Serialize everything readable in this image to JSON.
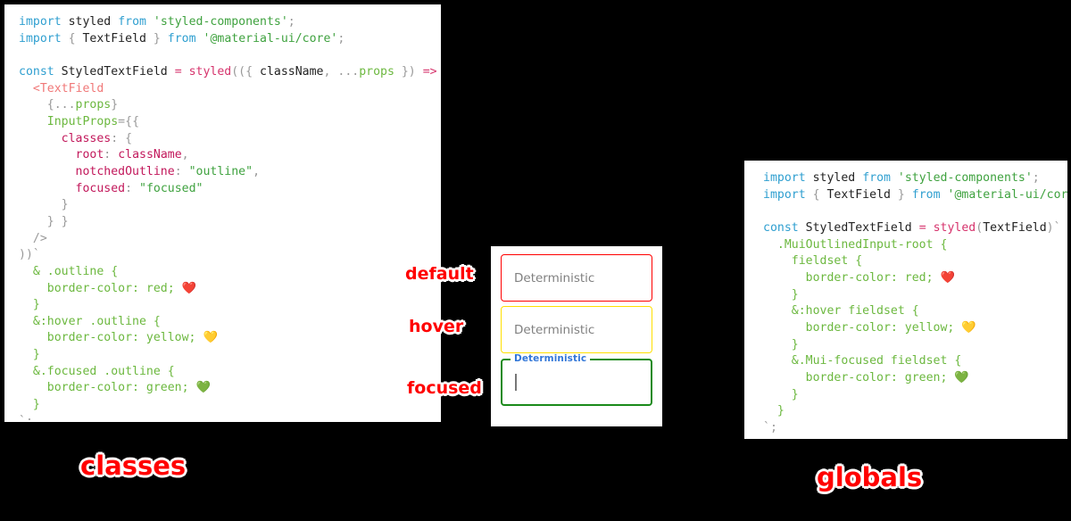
{
  "panels": {
    "classes": {
      "caption": "classes",
      "lines": [
        [
          {
            "t": "import",
            "c": "kw"
          },
          {
            "t": " ",
            "c": "id"
          },
          {
            "t": "styled",
            "c": "id"
          },
          {
            "t": " ",
            "c": "id"
          },
          {
            "t": "from",
            "c": "kw"
          },
          {
            "t": " ",
            "c": "id"
          },
          {
            "t": "'styled-components'",
            "c": "str"
          },
          {
            "t": ";",
            "c": "punc"
          }
        ],
        [
          {
            "t": "import",
            "c": "kw"
          },
          {
            "t": " ",
            "c": "id"
          },
          {
            "t": "{",
            "c": "punc"
          },
          {
            "t": " TextField ",
            "c": "id"
          },
          {
            "t": "}",
            "c": "punc"
          },
          {
            "t": " ",
            "c": "id"
          },
          {
            "t": "from",
            "c": "kw"
          },
          {
            "t": " ",
            "c": "id"
          },
          {
            "t": "'@material-ui/core'",
            "c": "str"
          },
          {
            "t": ";",
            "c": "punc"
          }
        ],
        [
          {
            "t": "",
            "c": "id"
          }
        ],
        [
          {
            "t": "const",
            "c": "kw"
          },
          {
            "t": " StyledTextField ",
            "c": "id"
          },
          {
            "t": "=",
            "c": "op"
          },
          {
            "t": " ",
            "c": "id"
          },
          {
            "t": "styled",
            "c": "fn"
          },
          {
            "t": "((",
            "c": "punc"
          },
          {
            "t": "{ ",
            "c": "punc"
          },
          {
            "t": "className",
            "c": "id"
          },
          {
            "t": ",",
            "c": "punc"
          },
          {
            "t": " ",
            "c": "id"
          },
          {
            "t": "...",
            "c": "punc"
          },
          {
            "t": "props",
            "c": "prop"
          },
          {
            "t": " })",
            "c": "punc"
          },
          {
            "t": " ",
            "c": "id"
          },
          {
            "t": "=>",
            "c": "op"
          },
          {
            "t": " (",
            "c": "punc"
          }
        ],
        [
          {
            "t": "  ",
            "c": "id"
          },
          {
            "t": "<TextField",
            "c": "tag"
          }
        ],
        [
          {
            "t": "    ",
            "c": "id"
          },
          {
            "t": "{...",
            "c": "punc"
          },
          {
            "t": "props",
            "c": "prop"
          },
          {
            "t": "}",
            "c": "punc"
          }
        ],
        [
          {
            "t": "    ",
            "c": "id"
          },
          {
            "t": "InputProps",
            "c": "prop"
          },
          {
            "t": "=",
            "c": "punc"
          },
          {
            "t": "{{",
            "c": "punc"
          }
        ],
        [
          {
            "t": "      ",
            "c": "id"
          },
          {
            "t": "classes",
            "c": "key"
          },
          {
            "t": ":",
            "c": "punc"
          },
          {
            "t": " ",
            "c": "id"
          },
          {
            "t": "{",
            "c": "punc"
          }
        ],
        [
          {
            "t": "        ",
            "c": "id"
          },
          {
            "t": "root",
            "c": "key"
          },
          {
            "t": ":",
            "c": "punc"
          },
          {
            "t": " ",
            "c": "id"
          },
          {
            "t": "className",
            "c": "key"
          },
          {
            "t": ",",
            "c": "punc"
          }
        ],
        [
          {
            "t": "        ",
            "c": "id"
          },
          {
            "t": "notchedOutline",
            "c": "key"
          },
          {
            "t": ":",
            "c": "punc"
          },
          {
            "t": " ",
            "c": "id"
          },
          {
            "t": "\"outline\"",
            "c": "str"
          },
          {
            "t": ",",
            "c": "punc"
          }
        ],
        [
          {
            "t": "        ",
            "c": "id"
          },
          {
            "t": "focused",
            "c": "key"
          },
          {
            "t": ":",
            "c": "punc"
          },
          {
            "t": " ",
            "c": "id"
          },
          {
            "t": "\"focused\"",
            "c": "str"
          }
        ],
        [
          {
            "t": "      ",
            "c": "id"
          },
          {
            "t": "}",
            "c": "punc"
          }
        ],
        [
          {
            "t": "    ",
            "c": "id"
          },
          {
            "t": "} }",
            "c": "punc"
          }
        ],
        [
          {
            "t": "  ",
            "c": "id"
          },
          {
            "t": "/>",
            "c": "punc"
          }
        ],
        [
          {
            "t": "))`",
            "c": "punc"
          }
        ],
        [
          {
            "t": "  ",
            "c": "id"
          },
          {
            "t": "& .outline {",
            "c": "sel"
          }
        ],
        [
          {
            "t": "    ",
            "c": "id"
          },
          {
            "t": "border-color: red; ",
            "c": "cssv"
          },
          {
            "t": "❤️",
            "c": "emoji"
          }
        ],
        [
          {
            "t": "  ",
            "c": "id"
          },
          {
            "t": "}",
            "c": "sel"
          }
        ],
        [
          {
            "t": "  ",
            "c": "id"
          },
          {
            "t": "&:hover .outline {",
            "c": "sel"
          }
        ],
        [
          {
            "t": "    ",
            "c": "id"
          },
          {
            "t": "border-color: yellow; ",
            "c": "cssv"
          },
          {
            "t": "💛",
            "c": "emoji"
          }
        ],
        [
          {
            "t": "  ",
            "c": "id"
          },
          {
            "t": "}",
            "c": "sel"
          }
        ],
        [
          {
            "t": "  ",
            "c": "id"
          },
          {
            "t": "&.focused .outline {",
            "c": "sel"
          }
        ],
        [
          {
            "t": "    ",
            "c": "id"
          },
          {
            "t": "border-color: green; ",
            "c": "cssv"
          },
          {
            "t": "💚",
            "c": "emoji"
          }
        ],
        [
          {
            "t": "  ",
            "c": "id"
          },
          {
            "t": "}",
            "c": "sel"
          }
        ],
        [
          {
            "t": "`;",
            "c": "punc"
          }
        ]
      ]
    },
    "globals": {
      "caption": "globals",
      "lines": [
        [
          {
            "t": "import",
            "c": "kw"
          },
          {
            "t": " ",
            "c": "id"
          },
          {
            "t": "styled",
            "c": "id"
          },
          {
            "t": " ",
            "c": "id"
          },
          {
            "t": "from",
            "c": "kw"
          },
          {
            "t": " ",
            "c": "id"
          },
          {
            "t": "'styled-components'",
            "c": "str"
          },
          {
            "t": ";",
            "c": "punc"
          }
        ],
        [
          {
            "t": "import",
            "c": "kw"
          },
          {
            "t": " ",
            "c": "id"
          },
          {
            "t": "{",
            "c": "punc"
          },
          {
            "t": " TextField ",
            "c": "id"
          },
          {
            "t": "}",
            "c": "punc"
          },
          {
            "t": " ",
            "c": "id"
          },
          {
            "t": "from",
            "c": "kw"
          },
          {
            "t": " ",
            "c": "id"
          },
          {
            "t": "'@material-ui/core'",
            "c": "str"
          },
          {
            "t": ";",
            "c": "punc"
          }
        ],
        [
          {
            "t": "",
            "c": "id"
          }
        ],
        [
          {
            "t": "const",
            "c": "kw"
          },
          {
            "t": " StyledTextField ",
            "c": "id"
          },
          {
            "t": "=",
            "c": "op"
          },
          {
            "t": " ",
            "c": "id"
          },
          {
            "t": "styled",
            "c": "fn"
          },
          {
            "t": "(",
            "c": "punc"
          },
          {
            "t": "TextField",
            "c": "id"
          },
          {
            "t": ")`",
            "c": "punc"
          }
        ],
        [
          {
            "t": "  ",
            "c": "id"
          },
          {
            "t": ".MuiOutlinedInput-root {",
            "c": "sel"
          }
        ],
        [
          {
            "t": "    ",
            "c": "id"
          },
          {
            "t": "fieldset {",
            "c": "sel"
          }
        ],
        [
          {
            "t": "      ",
            "c": "id"
          },
          {
            "t": "border-color: red; ",
            "c": "cssv"
          },
          {
            "t": "❤️",
            "c": "emoji"
          }
        ],
        [
          {
            "t": "    ",
            "c": "id"
          },
          {
            "t": "}",
            "c": "sel"
          }
        ],
        [
          {
            "t": "    ",
            "c": "id"
          },
          {
            "t": "&:hover fieldset {",
            "c": "sel"
          }
        ],
        [
          {
            "t": "      ",
            "c": "id"
          },
          {
            "t": "border-color: yellow; ",
            "c": "cssv"
          },
          {
            "t": "💛",
            "c": "emoji"
          }
        ],
        [
          {
            "t": "    ",
            "c": "id"
          },
          {
            "t": "}",
            "c": "sel"
          }
        ],
        [
          {
            "t": "    ",
            "c": "id"
          },
          {
            "t": "&.Mui-focused fieldset {",
            "c": "sel"
          }
        ],
        [
          {
            "t": "      ",
            "c": "id"
          },
          {
            "t": "border-color: green; ",
            "c": "cssv"
          },
          {
            "t": "💚",
            "c": "emoji"
          }
        ],
        [
          {
            "t": "    ",
            "c": "id"
          },
          {
            "t": "}",
            "c": "sel"
          }
        ],
        [
          {
            "t": "  ",
            "c": "id"
          },
          {
            "t": "}",
            "c": "sel"
          }
        ],
        [
          {
            "t": "`;",
            "c": "punc"
          }
        ]
      ]
    }
  },
  "demo": {
    "fields": [
      {
        "state": "default",
        "annotation": "default",
        "value": "Deterministic",
        "border_color": "#ff0000",
        "notch_label": null,
        "has_caret": false
      },
      {
        "state": "hover",
        "annotation": "hover",
        "value": "Deterministic",
        "border_color": "#ffe000",
        "notch_label": null,
        "has_caret": false
      },
      {
        "state": "focused",
        "annotation": "focused",
        "value": "",
        "border_color": "#1a8a1a",
        "notch_label": "Deterministic",
        "has_caret": true
      }
    ]
  },
  "colors": {
    "background": "#000000",
    "panel": "#ffffff",
    "annotation": "#ff0000",
    "annotation_outline": "#ffffff",
    "red": "#ff0000",
    "yellow": "#ffe000",
    "green": "#1a8a1a",
    "notch_label": "#3277d8"
  }
}
